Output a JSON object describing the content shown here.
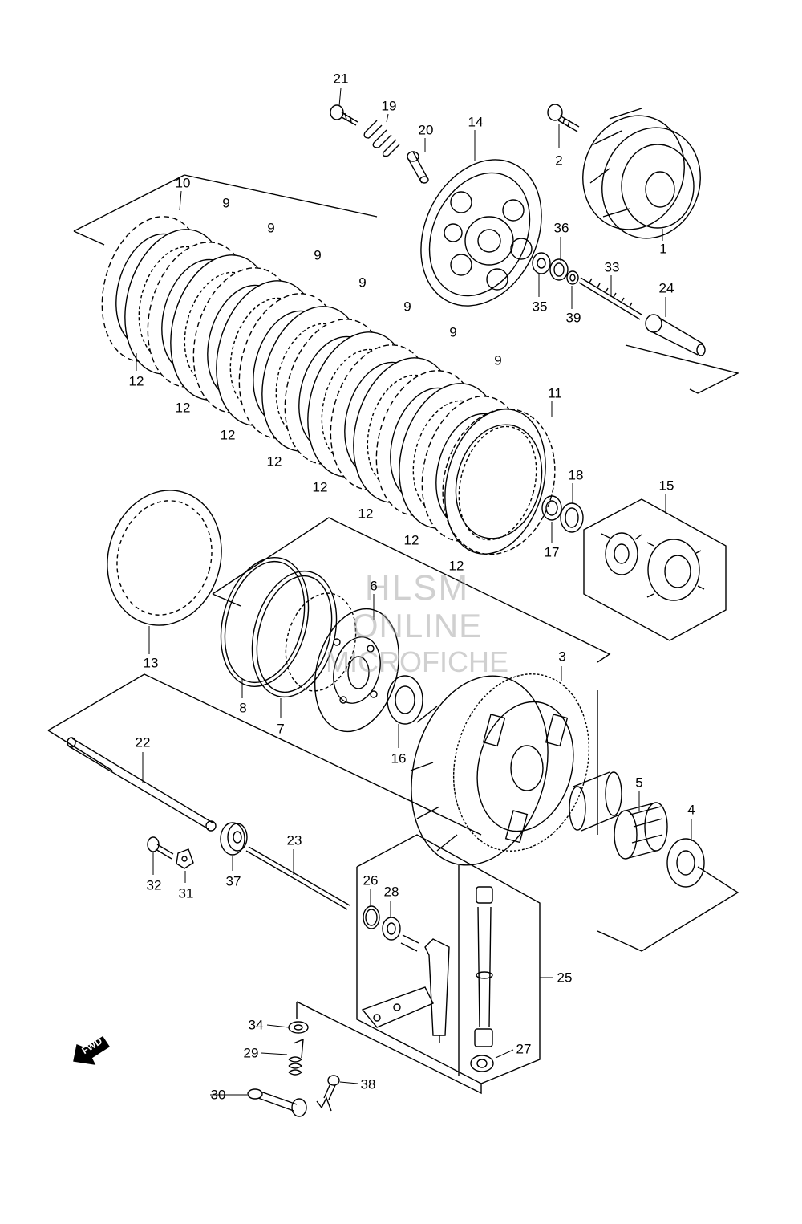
{
  "watermark": {
    "line1": "HLSM",
    "line2": "ONLINE",
    "line3": "MICROFICHE"
  },
  "direction_indicator": {
    "label": "FWD",
    "icon": "arrow-forward-icon"
  },
  "callouts": [
    {
      "id": "c21",
      "text": "21"
    },
    {
      "id": "c19",
      "text": "19"
    },
    {
      "id": "c20",
      "text": "20"
    },
    {
      "id": "c14",
      "text": "14"
    },
    {
      "id": "c2",
      "text": "2"
    },
    {
      "id": "c1",
      "text": "1"
    },
    {
      "id": "c36",
      "text": "36"
    },
    {
      "id": "c33",
      "text": "33"
    },
    {
      "id": "c35",
      "text": "35"
    },
    {
      "id": "c39",
      "text": "39"
    },
    {
      "id": "c24",
      "text": "24"
    },
    {
      "id": "c10",
      "text": "10"
    },
    {
      "id": "c9a",
      "text": "9"
    },
    {
      "id": "c9b",
      "text": "9"
    },
    {
      "id": "c9c",
      "text": "9"
    },
    {
      "id": "c9d",
      "text": "9"
    },
    {
      "id": "c9e",
      "text": "9"
    },
    {
      "id": "c9f",
      "text": "9"
    },
    {
      "id": "c9g",
      "text": "9"
    },
    {
      "id": "c12a",
      "text": "12"
    },
    {
      "id": "c12b",
      "text": "12"
    },
    {
      "id": "c12c",
      "text": "12"
    },
    {
      "id": "c12d",
      "text": "12"
    },
    {
      "id": "c12e",
      "text": "12"
    },
    {
      "id": "c12f",
      "text": "12"
    },
    {
      "id": "c12g",
      "text": "12"
    },
    {
      "id": "c12h",
      "text": "12"
    },
    {
      "id": "c11",
      "text": "11"
    },
    {
      "id": "c18",
      "text": "18"
    },
    {
      "id": "c17",
      "text": "17"
    },
    {
      "id": "c15",
      "text": "15"
    },
    {
      "id": "c13",
      "text": "13"
    },
    {
      "id": "c6",
      "text": "6"
    },
    {
      "id": "c3",
      "text": "3"
    },
    {
      "id": "c8",
      "text": "8"
    },
    {
      "id": "c7",
      "text": "7"
    },
    {
      "id": "c16",
      "text": "16"
    },
    {
      "id": "c22",
      "text": "22"
    },
    {
      "id": "c5",
      "text": "5"
    },
    {
      "id": "c4",
      "text": "4"
    },
    {
      "id": "c23",
      "text": "23"
    },
    {
      "id": "c32",
      "text": "32"
    },
    {
      "id": "c31",
      "text": "31"
    },
    {
      "id": "c37",
      "text": "37"
    },
    {
      "id": "c26",
      "text": "26"
    },
    {
      "id": "c28",
      "text": "28"
    },
    {
      "id": "c25",
      "text": "25"
    },
    {
      "id": "c34",
      "text": "34"
    },
    {
      "id": "c29",
      "text": "29"
    },
    {
      "id": "c27",
      "text": "27"
    },
    {
      "id": "c30",
      "text": "30"
    },
    {
      "id": "c38",
      "text": "38"
    }
  ]
}
